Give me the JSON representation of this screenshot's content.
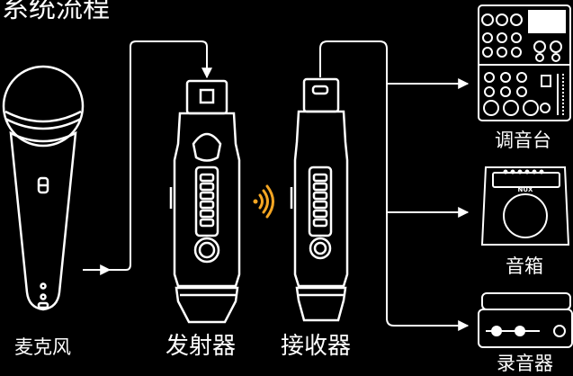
{
  "title": "系统流程",
  "devices": {
    "microphone": "麦克风",
    "transmitter": "发射器",
    "receiver": "接收器"
  },
  "outputs": {
    "mixer": "调音台",
    "amplifier": "音箱",
    "recorder": "录音器"
  },
  "brand": "NUX",
  "colors": {
    "background": "#000000",
    "line": "#ffffff",
    "signal": "#f5a623"
  }
}
